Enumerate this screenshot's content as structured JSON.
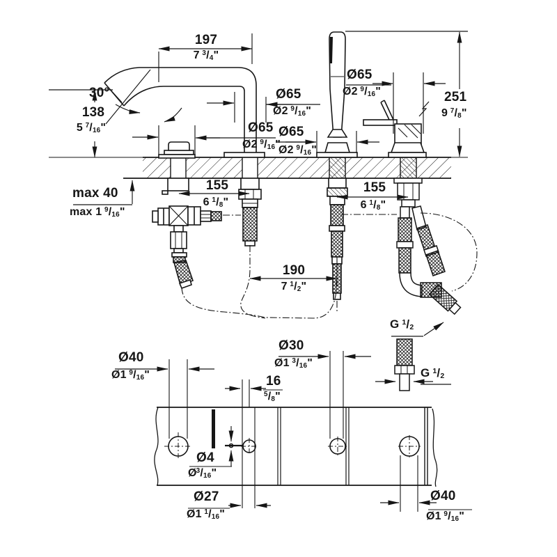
{
  "drawing": {
    "kind": "technical installation dimension drawing",
    "views": {
      "top": "deck-mounted 4-hole bath combination, elevation with deck cross-section",
      "bottom": "mounting hole drilling template, plan view"
    },
    "line_color": "#161616",
    "background_color": "#ffffff"
  },
  "dims": {
    "spout_reach": {
      "mm": "197",
      "in": "7 3/4\""
    },
    "spout_angle": {
      "deg": "30°"
    },
    "spout_height": {
      "mm": "138",
      "in": "5 7/16\""
    },
    "deck_thickness": {
      "mm": "max 40",
      "in": "max 1 9/16\""
    },
    "escutcheon": {
      "mm": "Ø65",
      "in": "Ø2 9/16\""
    },
    "hole_spacing": {
      "mm": "155",
      "in": "6 1/8\""
    },
    "spout_to_shower": {
      "mm": "190",
      "in": "7 1/2\""
    },
    "shower_height": {
      "mm": "251",
      "in": "9 7/8\""
    },
    "hose_thread": {
      "label": "G 1/2"
    },
    "hole_large": {
      "mm": "Ø40",
      "in": "Ø1 9/16\""
    },
    "hole_shower": {
      "mm": "Ø30",
      "in": "Ø1 3/16\""
    },
    "hole_spout": {
      "mm": "Ø27",
      "in": "Ø1 1/16\""
    },
    "pin_hole": {
      "mm": "Ø4",
      "in": "Ø3/16\""
    },
    "pin_offset": {
      "mm": "16",
      "in": "5/8\""
    }
  }
}
